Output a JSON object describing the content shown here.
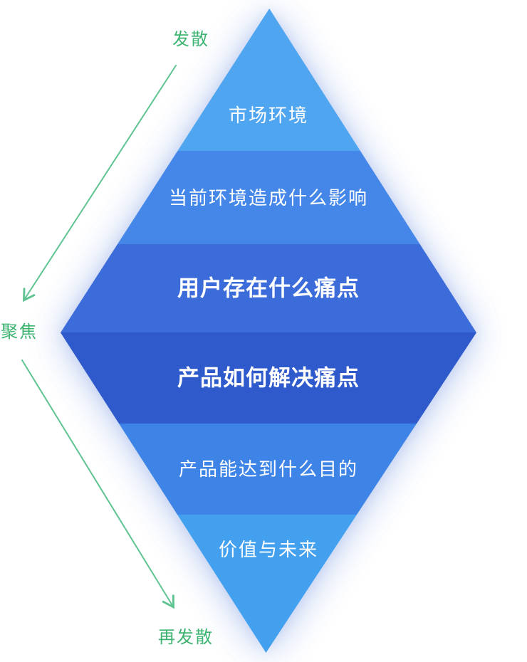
{
  "diagram": {
    "type": "double-diamond-funnel",
    "stages": [
      {
        "label": "市场环境",
        "color": "#4FA5F0",
        "emphasis": false
      },
      {
        "label": "当前环境造成什么影响",
        "color": "#4487E8",
        "emphasis": false
      },
      {
        "label": "用户存在什么痛点",
        "color": "#3C6CDA",
        "emphasis": true
      },
      {
        "label": "产品如何解决痛点",
        "color": "#2F5ACC",
        "emphasis": true
      },
      {
        "label": "产品能达到什么目的",
        "color": "#3E84E6",
        "emphasis": false
      },
      {
        "label": "价值与未来",
        "color": "#42A0EF",
        "emphasis": false
      }
    ],
    "annotations": {
      "diverge": "发散",
      "focus": "聚焦",
      "rediverge": "再发散"
    },
    "colors": {
      "label_green": "#3cb371",
      "arrow_green": "#5fc392",
      "stage_text": "#ffffff"
    }
  }
}
